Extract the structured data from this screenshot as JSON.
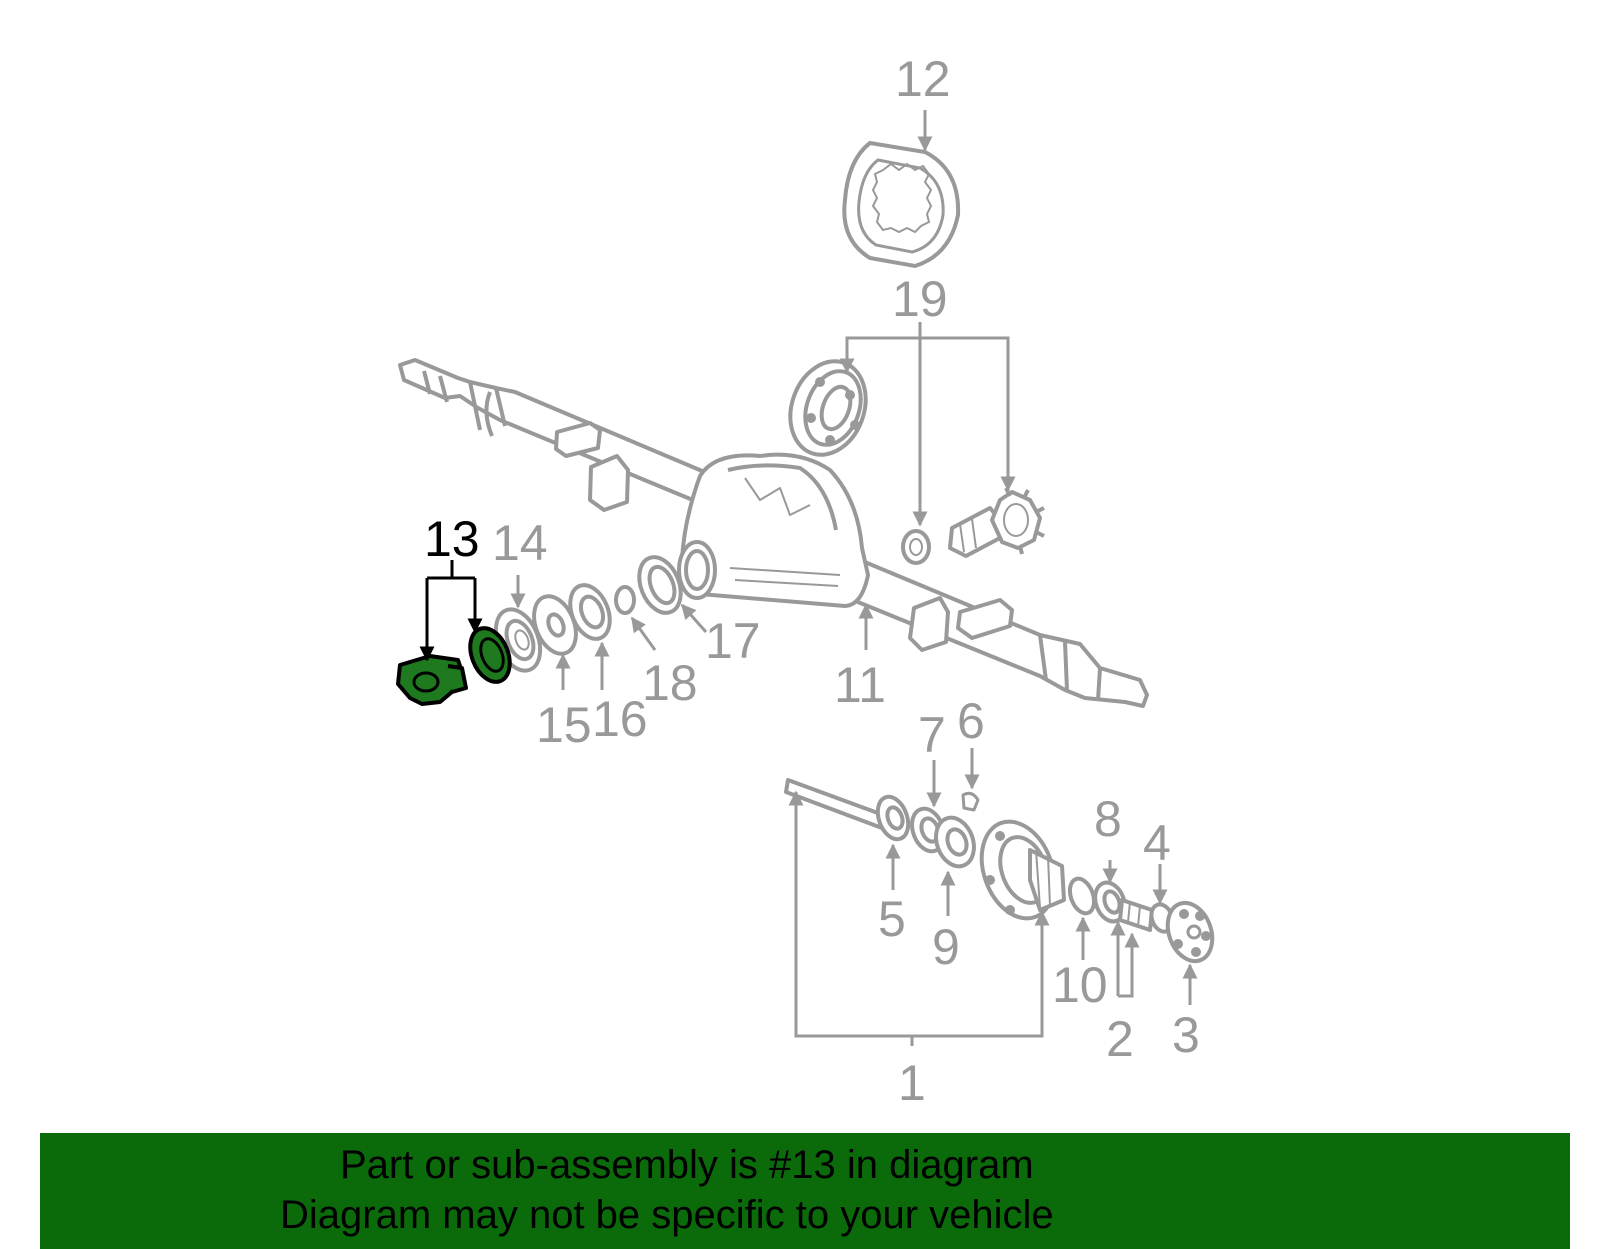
{
  "colors": {
    "line": "#999999",
    "highlight_fill": "#1f7a1f",
    "highlight_stroke": "#000000",
    "banner_bg": "#0b6b0b",
    "banner_text": "#000000",
    "selected_label": "#000000"
  },
  "callouts": {
    "c1": "1",
    "c2": "2",
    "c3": "3",
    "c4": "4",
    "c5": "5",
    "c6": "6",
    "c7": "7",
    "c8": "8",
    "c9": "9",
    "c10": "10",
    "c11": "11",
    "c12": "12",
    "c13": "13",
    "c14": "14",
    "c15": "15",
    "c16": "16",
    "c17": "17",
    "c18": "18",
    "c19": "19"
  },
  "banner": {
    "line1": "Part or sub-assembly is #13 in diagram",
    "line2": "Diagram may not be specific to your vehicle"
  }
}
